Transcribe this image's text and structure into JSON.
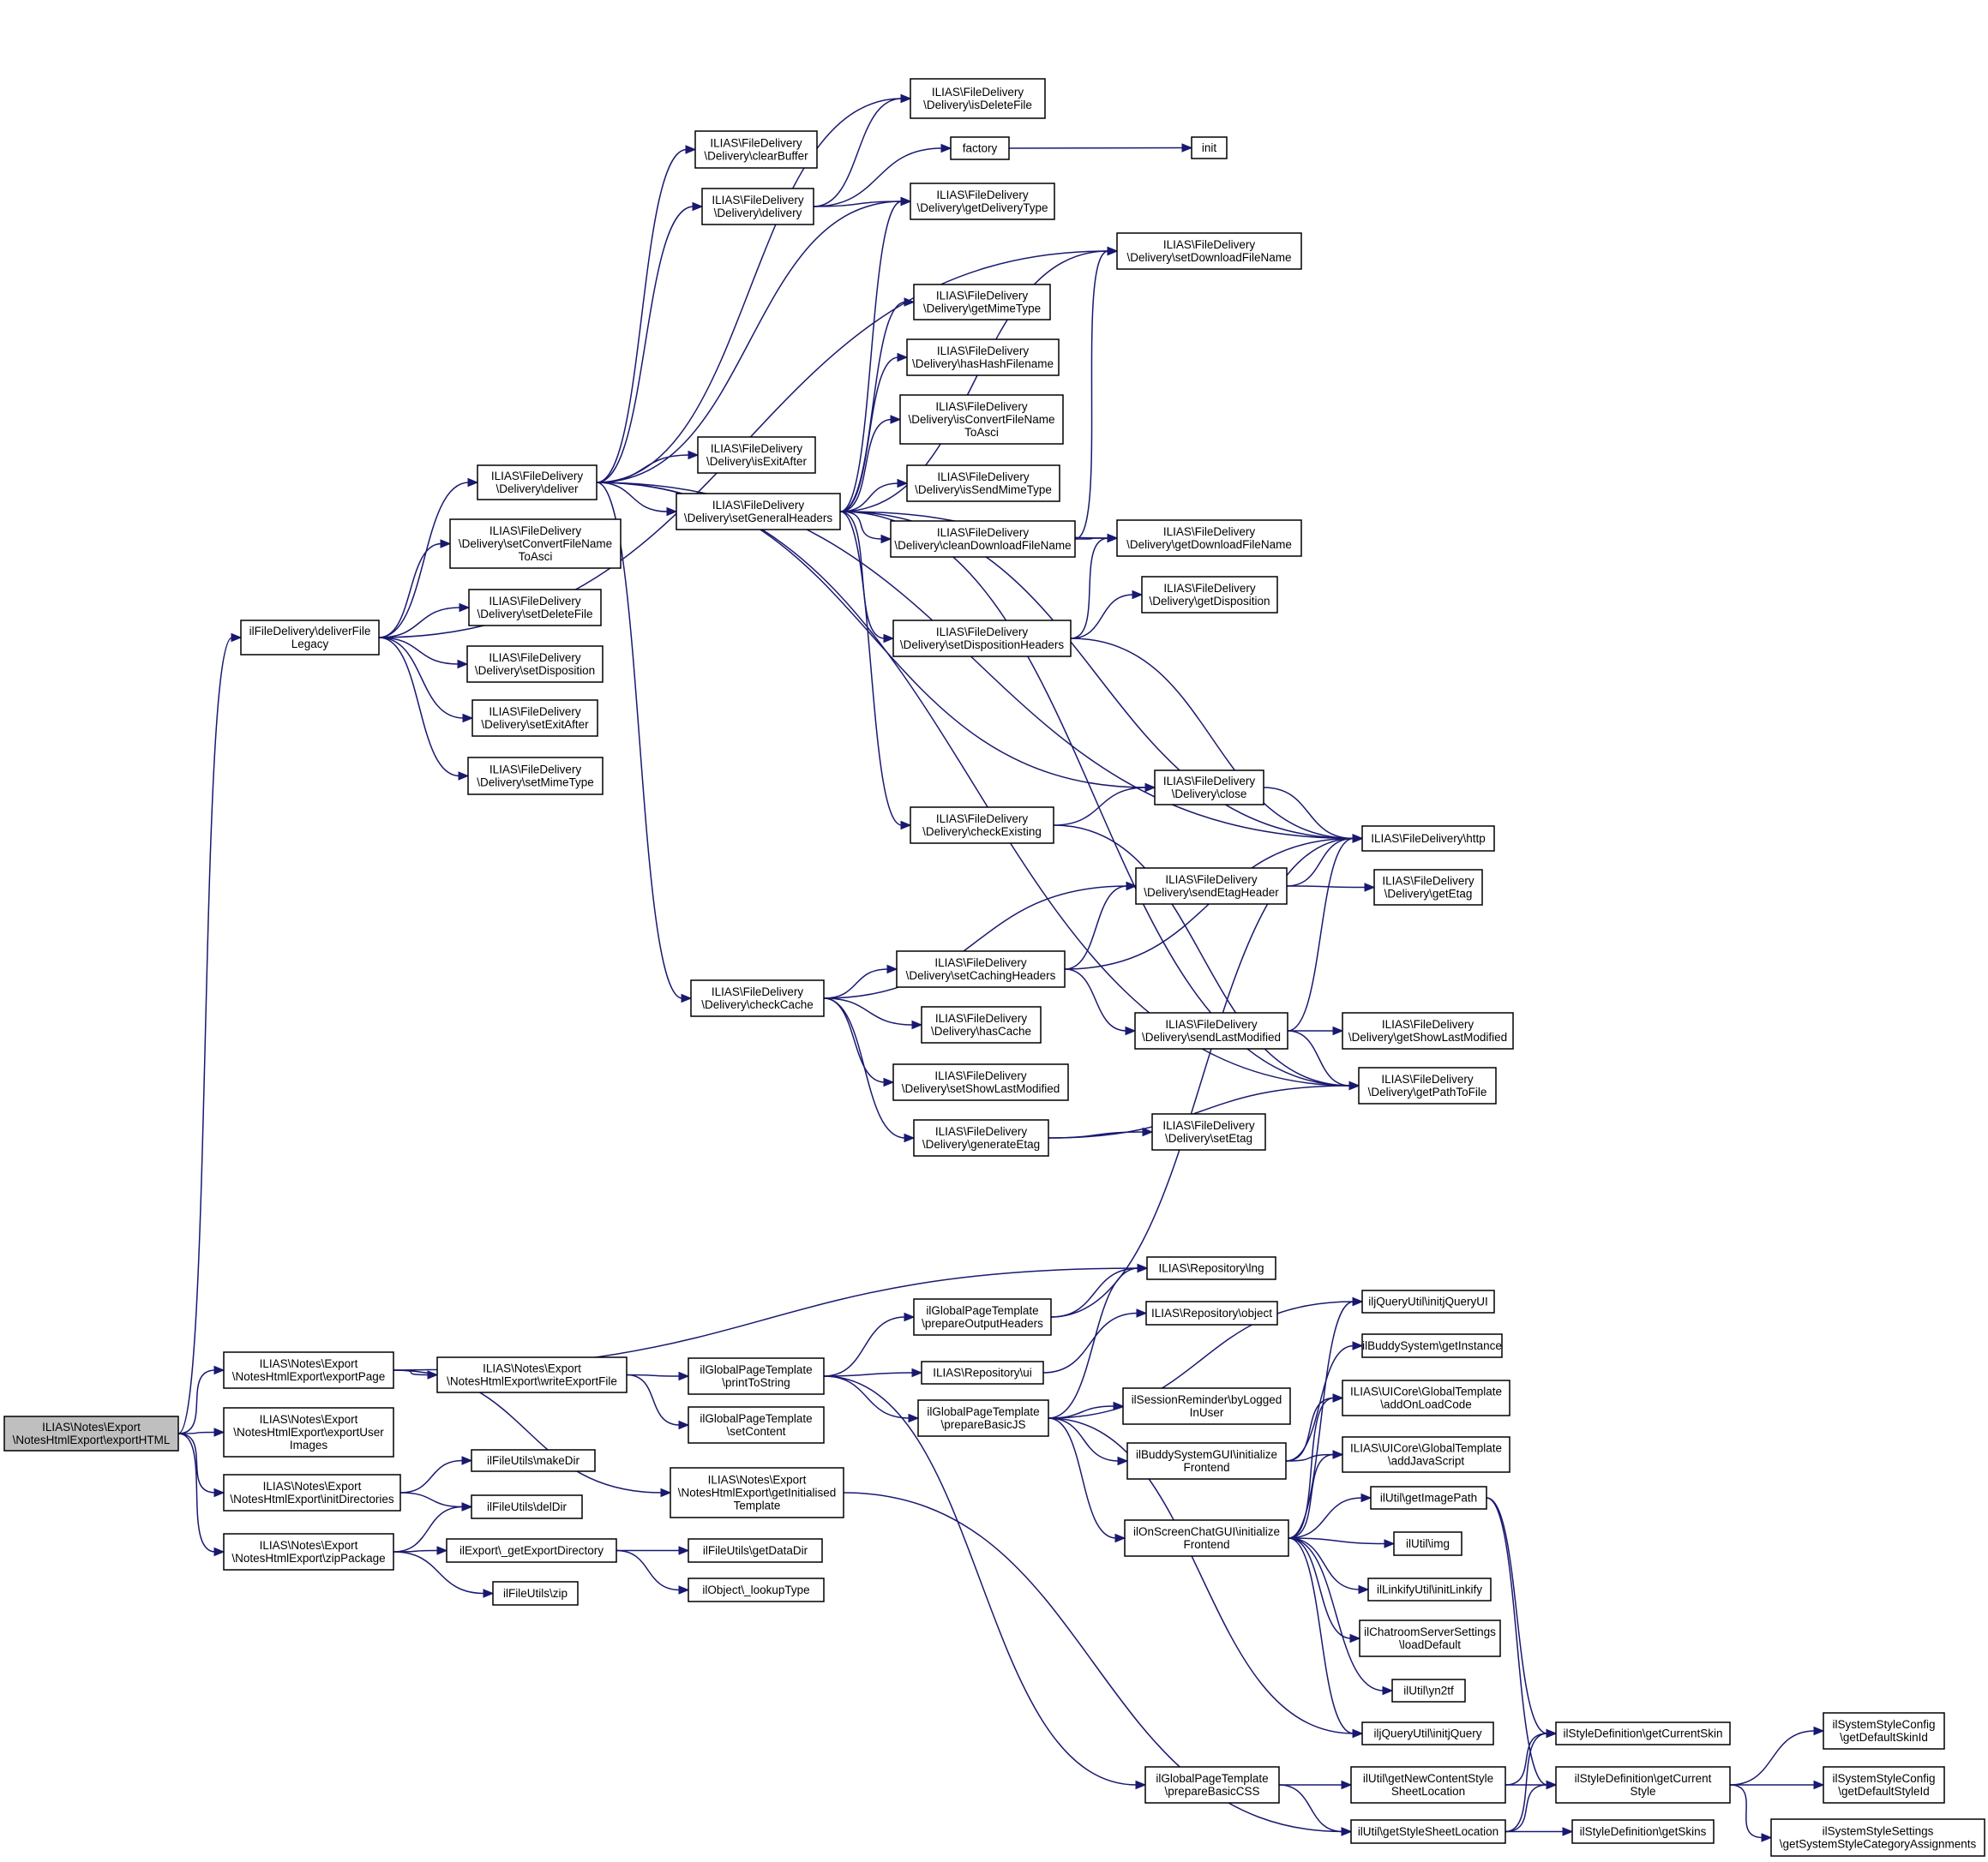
{
  "diagram": {
    "nodes": [
      {
        "id": "exportHTML",
        "lines": [
          "ILIAS\\Notes\\Export",
          "\\NotesHtmlExport\\exportHTML"
        ],
        "root": true
      },
      {
        "id": "deliverFileLegacy",
        "lines": [
          "ilFileDelivery\\deliverFile",
          "Legacy"
        ]
      },
      {
        "id": "deliver",
        "lines": [
          "ILIAS\\FileDelivery",
          "\\Delivery\\deliver"
        ]
      },
      {
        "id": "isDeleteFile",
        "lines": [
          "ILIAS\\FileDelivery",
          "\\Delivery\\isDeleteFile"
        ]
      },
      {
        "id": "clearBuffer",
        "lines": [
          "ILIAS\\FileDelivery",
          "\\Delivery\\clearBuffer"
        ]
      },
      {
        "id": "delivery",
        "lines": [
          "ILIAS\\FileDelivery",
          "\\Delivery\\delivery"
        ]
      },
      {
        "id": "factory",
        "lines": [
          "factory"
        ]
      },
      {
        "id": "init",
        "lines": [
          "init"
        ]
      },
      {
        "id": "getDeliveryType",
        "lines": [
          "ILIAS\\FileDelivery",
          "\\Delivery\\getDeliveryType"
        ]
      },
      {
        "id": "setDownloadFileName",
        "lines": [
          "ILIAS\\FileDelivery",
          "\\Delivery\\setDownloadFileName"
        ]
      },
      {
        "id": "getMimeType",
        "lines": [
          "ILIAS\\FileDelivery",
          "\\Delivery\\getMimeType"
        ]
      },
      {
        "id": "hasHashFilename",
        "lines": [
          "ILIAS\\FileDelivery",
          "\\Delivery\\hasHashFilename"
        ]
      },
      {
        "id": "isConvertFileNameToAsci",
        "lines": [
          "ILIAS\\FileDelivery",
          "\\Delivery\\isConvertFileName",
          "ToAsci"
        ]
      },
      {
        "id": "isExitAfter",
        "lines": [
          "ILIAS\\FileDelivery",
          "\\Delivery\\isExitAfter"
        ]
      },
      {
        "id": "isSendMimeType",
        "lines": [
          "ILIAS\\FileDelivery",
          "\\Delivery\\isSendMimeType"
        ]
      },
      {
        "id": "setGeneralHeaders",
        "lines": [
          "ILIAS\\FileDelivery",
          "\\Delivery\\setGeneralHeaders"
        ]
      },
      {
        "id": "cleanDownloadFileName",
        "lines": [
          "ILIAS\\FileDelivery",
          "\\Delivery\\cleanDownloadFileName"
        ]
      },
      {
        "id": "getDownloadFileName",
        "lines": [
          "ILIAS\\FileDelivery",
          "\\Delivery\\getDownloadFileName"
        ]
      },
      {
        "id": "getDisposition",
        "lines": [
          "ILIAS\\FileDelivery",
          "\\Delivery\\getDisposition"
        ]
      },
      {
        "id": "setDispositionHeaders",
        "lines": [
          "ILIAS\\FileDelivery",
          "\\Delivery\\setDispositionHeaders"
        ]
      },
      {
        "id": "setConvertFileNameToAsci",
        "lines": [
          "ILIAS\\FileDelivery",
          "\\Delivery\\setConvertFileName",
          "ToAsci"
        ]
      },
      {
        "id": "setDeleteFile",
        "lines": [
          "ILIAS\\FileDelivery",
          "\\Delivery\\setDeleteFile"
        ]
      },
      {
        "id": "setDisposition",
        "lines": [
          "ILIAS\\FileDelivery",
          "\\Delivery\\setDisposition"
        ]
      },
      {
        "id": "setExitAfter",
        "lines": [
          "ILIAS\\FileDelivery",
          "\\Delivery\\setExitAfter"
        ]
      },
      {
        "id": "setMimeType",
        "lines": [
          "ILIAS\\FileDelivery",
          "\\Delivery\\setMimeType"
        ]
      },
      {
        "id": "close",
        "lines": [
          "ILIAS\\FileDelivery",
          "\\Delivery\\close"
        ]
      },
      {
        "id": "checkExisting",
        "lines": [
          "ILIAS\\FileDelivery",
          "\\Delivery\\checkExisting"
        ]
      },
      {
        "id": "http",
        "lines": [
          "ILIAS\\FileDelivery\\http"
        ]
      },
      {
        "id": "sendEtagHeader",
        "lines": [
          "ILIAS\\FileDelivery",
          "\\Delivery\\sendEtagHeader"
        ]
      },
      {
        "id": "getEtag",
        "lines": [
          "ILIAS\\FileDelivery",
          "\\Delivery\\getEtag"
        ]
      },
      {
        "id": "setCachingHeaders",
        "lines": [
          "ILIAS\\FileDelivery",
          "\\Delivery\\setCachingHeaders"
        ]
      },
      {
        "id": "checkCache",
        "lines": [
          "ILIAS\\FileDelivery",
          "\\Delivery\\checkCache"
        ]
      },
      {
        "id": "hasCache",
        "lines": [
          "ILIAS\\FileDelivery",
          "\\Delivery\\hasCache"
        ]
      },
      {
        "id": "sendLastModified",
        "lines": [
          "ILIAS\\FileDelivery",
          "\\Delivery\\sendLastModified"
        ]
      },
      {
        "id": "getShowLastModified",
        "lines": [
          "ILIAS\\FileDelivery",
          "\\Delivery\\getShowLastModified"
        ]
      },
      {
        "id": "setShowLastModified",
        "lines": [
          "ILIAS\\FileDelivery",
          "\\Delivery\\setShowLastModified"
        ]
      },
      {
        "id": "getPathToFile",
        "lines": [
          "ILIAS\\FileDelivery",
          "\\Delivery\\getPathToFile"
        ]
      },
      {
        "id": "generateEtag",
        "lines": [
          "ILIAS\\FileDelivery",
          "\\Delivery\\generateEtag"
        ]
      },
      {
        "id": "setEtag",
        "lines": [
          "ILIAS\\FileDelivery",
          "\\Delivery\\setEtag"
        ]
      },
      {
        "id": "lng",
        "lines": [
          "ILIAS\\Repository\\lng"
        ]
      },
      {
        "id": "prepareOutputHeaders",
        "lines": [
          "ilGlobalPageTemplate",
          "\\prepareOutputHeaders"
        ]
      },
      {
        "id": "object",
        "lines": [
          "ILIAS\\Repository\\object"
        ]
      },
      {
        "id": "initjQueryUI",
        "lines": [
          "iljQueryUtil\\initjQueryUI"
        ]
      },
      {
        "id": "exportPage",
        "lines": [
          "ILIAS\\Notes\\Export",
          "\\NotesHtmlExport\\exportPage"
        ]
      },
      {
        "id": "writeExportFile",
        "lines": [
          "ILIAS\\Notes\\Export",
          "\\NotesHtmlExport\\writeExportFile"
        ]
      },
      {
        "id": "printToString",
        "lines": [
          "ilGlobalPageTemplate",
          "\\printToString"
        ]
      },
      {
        "id": "ui",
        "lines": [
          "ILIAS\\Repository\\ui"
        ]
      },
      {
        "id": "getInstance",
        "lines": [
          "ilBuddySystem\\getInstance"
        ]
      },
      {
        "id": "prepareBasicJS",
        "lines": [
          "ilGlobalPageTemplate",
          "\\prepareBasicJS"
        ]
      },
      {
        "id": "byLoggedInUser",
        "lines": [
          "ilSessionReminder\\byLogged",
          "InUser"
        ]
      },
      {
        "id": "addOnLoadCode",
        "lines": [
          "ILIAS\\UICore\\GlobalTemplate",
          "\\addOnLoadCode"
        ]
      },
      {
        "id": "exportUserImages",
        "lines": [
          "ILIAS\\Notes\\Export",
          "\\NotesHtmlExport\\exportUser",
          "Images"
        ]
      },
      {
        "id": "setContent",
        "lines": [
          "ilGlobalPageTemplate",
          "\\setContent"
        ]
      },
      {
        "id": "buddyInitFrontend",
        "lines": [
          "ilBuddySystemGUI\\initialize",
          "Frontend"
        ]
      },
      {
        "id": "addJavaScript",
        "lines": [
          "ILIAS\\UICore\\GlobalTemplate",
          "\\addJavaScript"
        ]
      },
      {
        "id": "initDirectories",
        "lines": [
          "ILIAS\\Notes\\Export",
          "\\NotesHtmlExport\\initDirectories"
        ]
      },
      {
        "id": "makeDir",
        "lines": [
          "ilFileUtils\\makeDir"
        ]
      },
      {
        "id": "getInitialisedTemplate",
        "lines": [
          "ILIAS\\Notes\\Export",
          "\\NotesHtmlExport\\getInitialised",
          "Template"
        ]
      },
      {
        "id": "delDir",
        "lines": [
          "ilFileUtils\\delDir"
        ]
      },
      {
        "id": "getImagePath",
        "lines": [
          "ilUtil\\getImagePath"
        ]
      },
      {
        "id": "zipPackage",
        "lines": [
          "ILIAS\\Notes\\Export",
          "\\NotesHtmlExport\\zipPackage"
        ]
      },
      {
        "id": "getExportDirectory",
        "lines": [
          "ilExport\\_getExportDirectory"
        ]
      },
      {
        "id": "getDataDir",
        "lines": [
          "ilFileUtils\\getDataDir"
        ]
      },
      {
        "id": "chatInitFrontend",
        "lines": [
          "ilOnScreenChatGUI\\initialize",
          "Frontend"
        ]
      },
      {
        "id": "img",
        "lines": [
          "ilUtil\\img"
        ]
      },
      {
        "id": "lookupType",
        "lines": [
          "ilObject\\_lookupType"
        ]
      },
      {
        "id": "zip",
        "lines": [
          "ilFileUtils\\zip"
        ]
      },
      {
        "id": "initLinkify",
        "lines": [
          "ilLinkifyUtil\\initLinkify"
        ]
      },
      {
        "id": "loadDefault",
        "lines": [
          "ilChatroomServerSettings",
          "\\loadDefault"
        ]
      },
      {
        "id": "yn2tf",
        "lines": [
          "ilUtil\\yn2tf"
        ]
      },
      {
        "id": "initjQuery",
        "lines": [
          "iljQueryUtil\\initjQuery"
        ]
      },
      {
        "id": "getCurrentSkin",
        "lines": [
          "ilStyleDefinition\\getCurrentSkin"
        ]
      },
      {
        "id": "getDefaultSkinId",
        "lines": [
          "ilSystemStyleConfig",
          "\\getDefaultSkinId"
        ]
      },
      {
        "id": "prepareBasicCSS",
        "lines": [
          "ilGlobalPageTemplate",
          "\\prepareBasicCSS"
        ]
      },
      {
        "id": "getNewContentStyleSheetLocation",
        "lines": [
          "ilUtil\\getNewContentStyle",
          "SheetLocation"
        ]
      },
      {
        "id": "getCurrentStyle",
        "lines": [
          "ilStyleDefinition\\getCurrent",
          "Style"
        ]
      },
      {
        "id": "getDefaultStyleId",
        "lines": [
          "ilSystemStyleConfig",
          "\\getDefaultStyleId"
        ]
      },
      {
        "id": "getStyleSheetLocation",
        "lines": [
          "ilUtil\\getStyleSheetLocation"
        ]
      },
      {
        "id": "getSkins",
        "lines": [
          "ilStyleDefinition\\getSkins"
        ]
      },
      {
        "id": "getSystemStyleCategoryAssignments",
        "lines": [
          "ilSystemStyleSettings",
          "\\getSystemStyleCategoryAssignments"
        ]
      }
    ],
    "edges": [
      [
        "exportHTML",
        "deliverFileLegacy"
      ],
      [
        "exportHTML",
        "exportPage"
      ],
      [
        "exportHTML",
        "exportUserImages"
      ],
      [
        "exportHTML",
        "initDirectories"
      ],
      [
        "exportHTML",
        "zipPackage"
      ],
      [
        "deliverFileLegacy",
        "deliver"
      ],
      [
        "deliverFileLegacy",
        "setConvertFileNameToAsci"
      ],
      [
        "deliverFileLegacy",
        "setDeleteFile"
      ],
      [
        "deliverFileLegacy",
        "setDisposition"
      ],
      [
        "deliverFileLegacy",
        "setExitAfter"
      ],
      [
        "deliverFileLegacy",
        "setMimeType"
      ],
      [
        "deliverFileLegacy",
        "setDownloadFileName"
      ],
      [
        "deliver",
        "isDeleteFile"
      ],
      [
        "deliver",
        "clearBuffer"
      ],
      [
        "deliver",
        "delivery"
      ],
      [
        "deliver",
        "getDeliveryType"
      ],
      [
        "deliver",
        "isExitAfter"
      ],
      [
        "deliver",
        "setGeneralHeaders"
      ],
      [
        "deliver",
        "close"
      ],
      [
        "deliver",
        "checkCache"
      ],
      [
        "deliver",
        "http"
      ],
      [
        "deliver",
        "getPathToFile"
      ],
      [
        "delivery",
        "isDeleteFile"
      ],
      [
        "delivery",
        "factory"
      ],
      [
        "delivery",
        "getDeliveryType"
      ],
      [
        "factory",
        "init"
      ],
      [
        "setGeneralHeaders",
        "getDeliveryType"
      ],
      [
        "setGeneralHeaders",
        "setDownloadFileName"
      ],
      [
        "setGeneralHeaders",
        "getMimeType"
      ],
      [
        "setGeneralHeaders",
        "hasHashFilename"
      ],
      [
        "setGeneralHeaders",
        "isConvertFileNameToAsci"
      ],
      [
        "setGeneralHeaders",
        "isSendMimeType"
      ],
      [
        "setGeneralHeaders",
        "cleanDownloadFileName"
      ],
      [
        "setGeneralHeaders",
        "getDownloadFileName"
      ],
      [
        "setGeneralHeaders",
        "setDispositionHeaders"
      ],
      [
        "setGeneralHeaders",
        "checkExisting"
      ],
      [
        "setGeneralHeaders",
        "http"
      ],
      [
        "setGeneralHeaders",
        "getPathToFile"
      ],
      [
        "cleanDownloadFileName",
        "getDownloadFileName"
      ],
      [
        "cleanDownloadFileName",
        "setDownloadFileName"
      ],
      [
        "setDispositionHeaders",
        "getDownloadFileName"
      ],
      [
        "setDispositionHeaders",
        "getDisposition"
      ],
      [
        "setDispositionHeaders",
        "http"
      ],
      [
        "checkExisting",
        "close"
      ],
      [
        "checkExisting",
        "getPathToFile"
      ],
      [
        "close",
        "http"
      ],
      [
        "checkCache",
        "sendEtagHeader"
      ],
      [
        "checkCache",
        "setCachingHeaders"
      ],
      [
        "checkCache",
        "hasCache"
      ],
      [
        "checkCache",
        "setShowLastModified"
      ],
      [
        "checkCache",
        "generateEtag"
      ],
      [
        "setCachingHeaders",
        "sendEtagHeader"
      ],
      [
        "setCachingHeaders",
        "http"
      ],
      [
        "setCachingHeaders",
        "sendLastModified"
      ],
      [
        "sendEtagHeader",
        "http"
      ],
      [
        "sendEtagHeader",
        "getEtag"
      ],
      [
        "sendLastModified",
        "http"
      ],
      [
        "sendLastModified",
        "getShowLastModified"
      ],
      [
        "sendLastModified",
        "getPathToFile"
      ],
      [
        "generateEtag",
        "setEtag"
      ],
      [
        "generateEtag",
        "getPathToFile"
      ],
      [
        "exportPage",
        "lng"
      ],
      [
        "exportPage",
        "writeExportFile"
      ],
      [
        "exportPage",
        "getInitialisedTemplate"
      ],
      [
        "writeExportFile",
        "printToString"
      ],
      [
        "writeExportFile",
        "setContent"
      ],
      [
        "printToString",
        "prepareOutputHeaders"
      ],
      [
        "printToString",
        "ui"
      ],
      [
        "printToString",
        "prepareBasicJS"
      ],
      [
        "printToString",
        "prepareBasicCSS"
      ],
      [
        "prepareOutputHeaders",
        "lng"
      ],
      [
        "prepareOutputHeaders",
        "http"
      ],
      [
        "ui",
        "object"
      ],
      [
        "prepareBasicJS",
        "lng"
      ],
      [
        "prepareBasicJS",
        "initjQueryUI"
      ],
      [
        "prepareBasicJS",
        "byLoggedInUser"
      ],
      [
        "prepareBasicJS",
        "buddyInitFrontend"
      ],
      [
        "prepareBasicJS",
        "chatInitFrontend"
      ],
      [
        "prepareBasicJS",
        "initjQuery"
      ],
      [
        "buddyInitFrontend",
        "getInstance"
      ],
      [
        "buddyInitFrontend",
        "addOnLoadCode"
      ],
      [
        "buddyInitFrontend",
        "addJavaScript"
      ],
      [
        "chatInitFrontend",
        "initjQueryUI"
      ],
      [
        "chatInitFrontend",
        "addOnLoadCode"
      ],
      [
        "chatInitFrontend",
        "addJavaScript"
      ],
      [
        "chatInitFrontend",
        "getImagePath"
      ],
      [
        "chatInitFrontend",
        "img"
      ],
      [
        "chatInitFrontend",
        "initLinkify"
      ],
      [
        "chatInitFrontend",
        "loadDefault"
      ],
      [
        "chatInitFrontend",
        "yn2tf"
      ],
      [
        "chatInitFrontend",
        "initjQuery"
      ],
      [
        "getImagePath",
        "getCurrentSkin"
      ],
      [
        "getImagePath",
        "getCurrentStyle"
      ],
      [
        "initDirectories",
        "makeDir"
      ],
      [
        "initDirectories",
        "delDir"
      ],
      [
        "zipPackage",
        "delDir"
      ],
      [
        "zipPackage",
        "getExportDirectory"
      ],
      [
        "zipPackage",
        "zip"
      ],
      [
        "getExportDirectory",
        "getDataDir"
      ],
      [
        "getExportDirectory",
        "lookupType"
      ],
      [
        "getInitialisedTemplate",
        "getStyleSheetLocation"
      ],
      [
        "prepareBasicCSS",
        "getNewContentStyleSheetLocation"
      ],
      [
        "prepareBasicCSS",
        "getStyleSheetLocation"
      ],
      [
        "getNewContentStyleSheetLocation",
        "getCurrentSkin"
      ],
      [
        "getNewContentStyleSheetLocation",
        "getCurrentStyle"
      ],
      [
        "getStyleSheetLocation",
        "getCurrentSkin"
      ],
      [
        "getStyleSheetLocation",
        "getCurrentStyle"
      ],
      [
        "getStyleSheetLocation",
        "getSkins"
      ],
      [
        "getCurrentStyle",
        "getDefaultSkinId"
      ],
      [
        "getCurrentStyle",
        "getDefaultStyleId"
      ],
      [
        "getCurrentStyle",
        "getSystemStyleCategoryAssignments"
      ]
    ]
  }
}
